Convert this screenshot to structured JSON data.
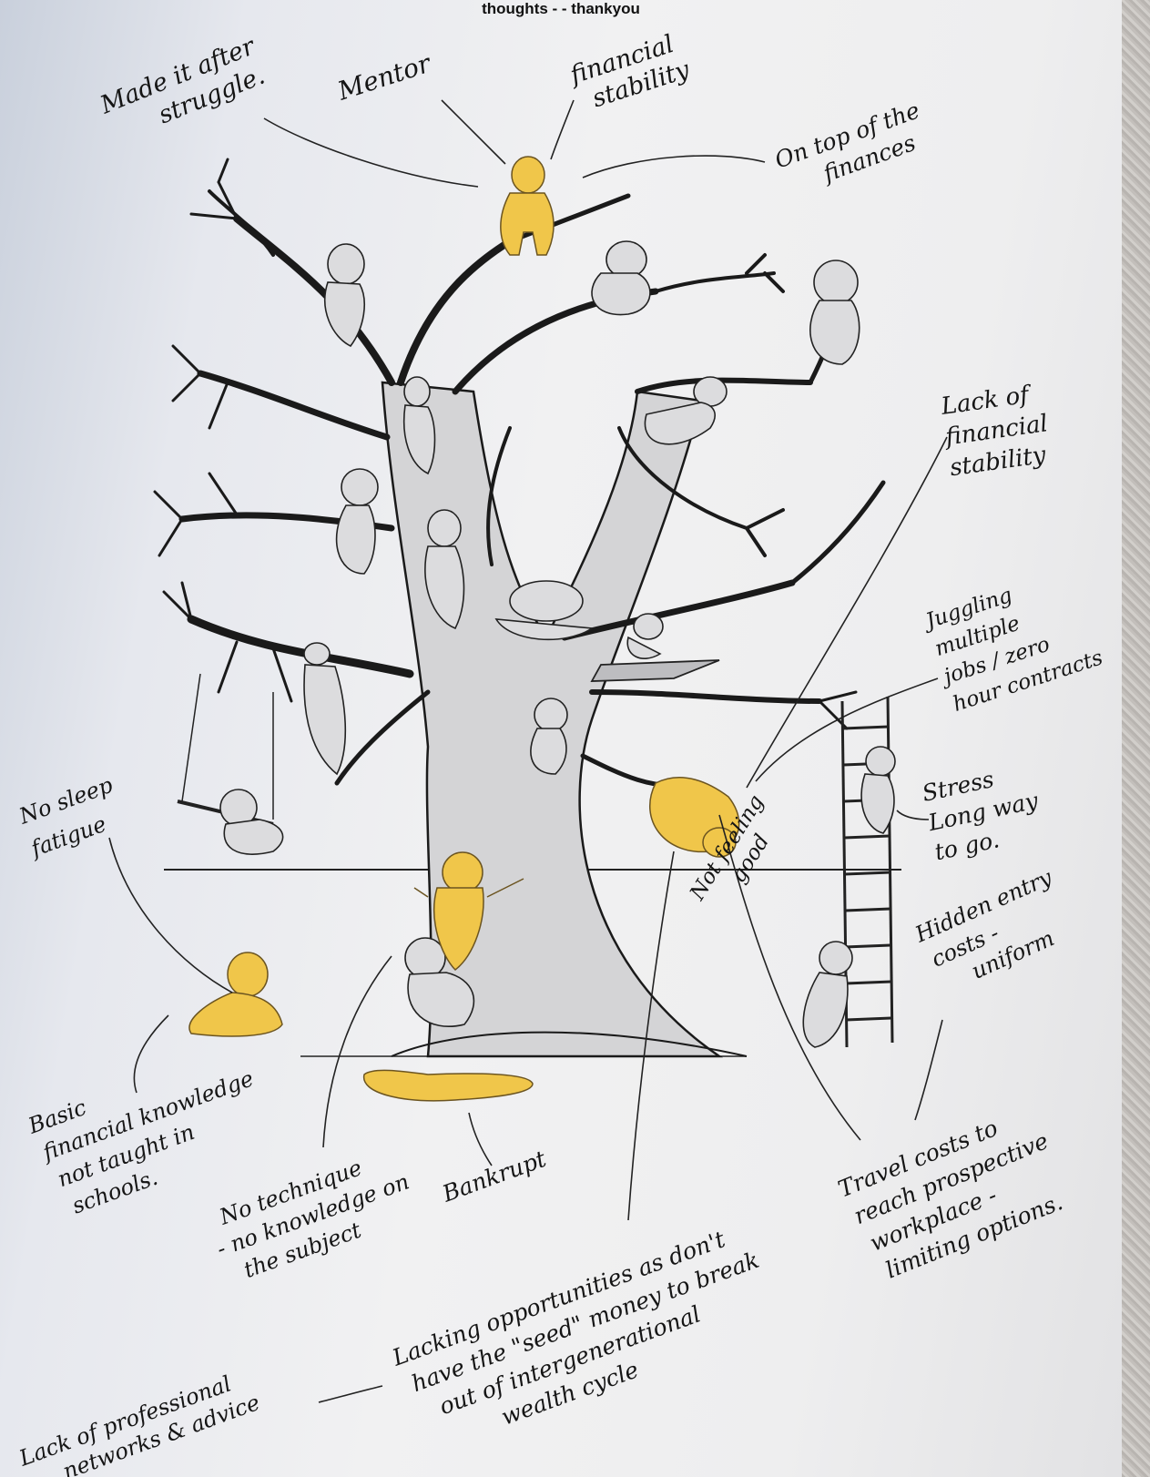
{
  "header": {
    "text": "thoughts - - thankyou"
  },
  "labels": {
    "made_it": [
      "Made it after",
      "struggle."
    ],
    "mentor": [
      "Mentor"
    ],
    "financial_stability": [
      "financial",
      "stability"
    ],
    "on_top": [
      "On top of the",
      "finances"
    ],
    "lack_financial": [
      "Lack of",
      "financial",
      "stability"
    ],
    "juggling": [
      "Juggling",
      "multiple",
      "jobs / zero",
      "hour contracts"
    ],
    "stress": [
      "Stress",
      "Long way",
      "to go."
    ],
    "hidden_entry": [
      "Hidden entry",
      "costs -",
      "uniform"
    ],
    "no_sleep": [
      "No sleep",
      "fatigue"
    ],
    "not_feeling_good": [
      "Not feeling",
      "good"
    ],
    "basic_knowledge": [
      "Basic",
      "financial knowledge",
      "not taught in",
      "schools."
    ],
    "no_technique": [
      "No technique",
      "- no knowledge on",
      "the subject"
    ],
    "bankrupt": [
      "Bankrupt"
    ],
    "travel_costs": [
      "Travel costs to",
      "reach prospective",
      "workplace -",
      "limiting options."
    ],
    "lacking_opportunities": [
      "Lacking opportunities as don't",
      "have the \"seed\" money to break",
      "out of intergenerational",
      "wealth cycle"
    ],
    "professional_networks": [
      "Lack of professional",
      "networks & advice"
    ]
  },
  "colors": {
    "highlight": "#f0c64a",
    "ink": "#151515",
    "figure": "#dcdcde"
  }
}
